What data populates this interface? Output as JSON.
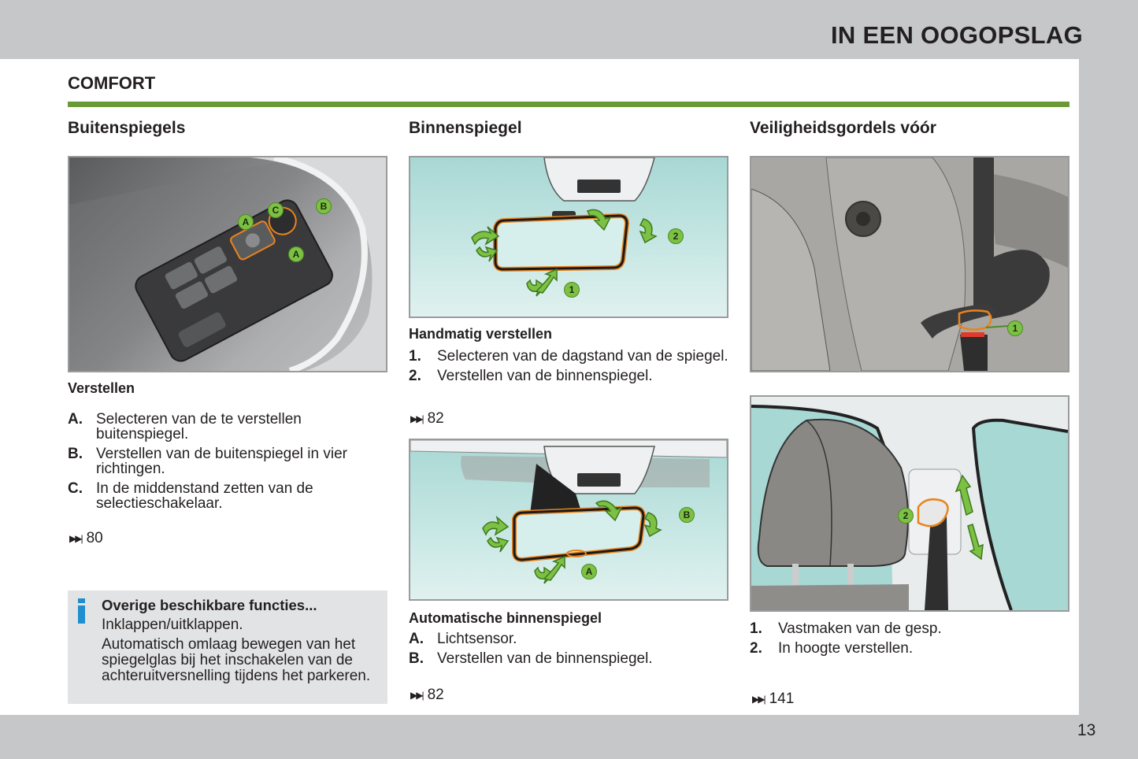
{
  "header": {
    "chapter_title": "IN EEN OOGOPSLAG"
  },
  "section": {
    "title": "COMFORT"
  },
  "colors": {
    "accent_green": "#6a9a35",
    "info_blue": "#1f8fd0",
    "marker_green": "#7cc143",
    "highlight_orange": "#e8841c"
  },
  "columns": [
    {
      "title": "Buitenspiegels",
      "figure": {
        "subject": "door-mirror-control-panel",
        "markers": [
          "A",
          "C",
          "B",
          "A"
        ]
      },
      "subtitle": "Verstellen",
      "items": [
        {
          "key": "A.",
          "text": "Selecteren van de te verstellen buitenspiegel."
        },
        {
          "key": "B.",
          "text": "Verstellen van de buitenspiegel in vier richtingen."
        },
        {
          "key": "C.",
          "text": "In de middenstand zetten van de selectieschakelaar."
        }
      ],
      "ref": {
        "icon": "page-reference-icon",
        "page": "80"
      },
      "info": {
        "icon": "info-icon",
        "title": "Overige beschikbare functies...",
        "p1": "Inklappen/uitklappen.",
        "p2": "Automatisch omlaag bewegen van het spiegelglas bij het inschakelen van de achteruitversnelling tijdens het parkeren."
      }
    },
    {
      "title": "Binnenspiegel",
      "figure1": {
        "subject": "manual-rear-view-mirror",
        "markers": [
          "1",
          "2"
        ]
      },
      "subtitle1": "Handmatig verstellen",
      "items1": [
        {
          "key": "1.",
          "text": "Selecteren van de dagstand van de spiegel."
        },
        {
          "key": "2.",
          "text": "Verstellen van de binnenspiegel."
        }
      ],
      "ref1": {
        "icon": "page-reference-icon",
        "page": "82"
      },
      "figure2": {
        "subject": "automatic-rear-view-mirror",
        "markers": [
          "A",
          "B"
        ]
      },
      "subtitle2": "Automatische binnenspiegel",
      "items2": [
        {
          "key": "A.",
          "text": "Lichtsensor."
        },
        {
          "key": "B.",
          "text": "Verstellen van de binnenspiegel."
        }
      ],
      "ref2": {
        "icon": "page-reference-icon",
        "page": "82"
      }
    },
    {
      "title": "Veiligheidsgordels vóór",
      "figure1": {
        "subject": "seat-belt-buckle",
        "markers": [
          "1"
        ]
      },
      "figure2": {
        "subject": "seat-belt-height-adjuster",
        "markers": [
          "2"
        ]
      },
      "items": [
        {
          "key": "1.",
          "text": "Vastmaken van de gesp."
        },
        {
          "key": "2.",
          "text": "In hoogte verstellen."
        }
      ],
      "ref": {
        "icon": "page-reference-icon",
        "page": "141"
      }
    }
  ],
  "footer": {
    "page_number": "13"
  }
}
